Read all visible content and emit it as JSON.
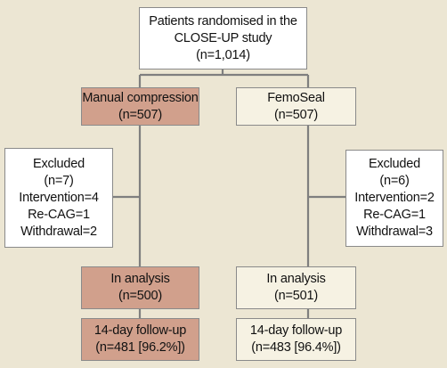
{
  "colors": {
    "background": "#ece6d3",
    "manual_arm": "#d1a08c",
    "femoseal_arm": "#f6f2e3",
    "neutral_box": "#ffffff",
    "connector": "#7f7f7f"
  },
  "randomised": {
    "line1": "Patients randomised in the",
    "line2": "CLOSE-UP study",
    "line3": "(n=1,014)"
  },
  "manual": {
    "allocated": {
      "line1": "Manual compression",
      "line2": "(n=507)"
    },
    "excluded": {
      "line1": "Excluded",
      "line2": "(n=7)",
      "line3": "Intervention=4",
      "line4": "Re-CAG=1",
      "line5": "Withdrawal=2"
    },
    "analysis": {
      "line1": "In analysis",
      "line2": "(n=500)"
    },
    "followup": {
      "line1": "14-day follow-up",
      "line2": "(n=481 [96.2%])"
    }
  },
  "femoseal": {
    "allocated": {
      "line1": "FemoSeal",
      "line2": "(n=507)"
    },
    "excluded": {
      "line1": "Excluded",
      "line2": "(n=6)",
      "line3": "Intervention=2",
      "line4": "Re-CAG=1",
      "line5": "Withdrawal=3"
    },
    "analysis": {
      "line1": "In analysis",
      "line2": "(n=501)"
    },
    "followup": {
      "line1": "14-day follow-up",
      "line2": "(n=483 [96.4%])"
    }
  }
}
